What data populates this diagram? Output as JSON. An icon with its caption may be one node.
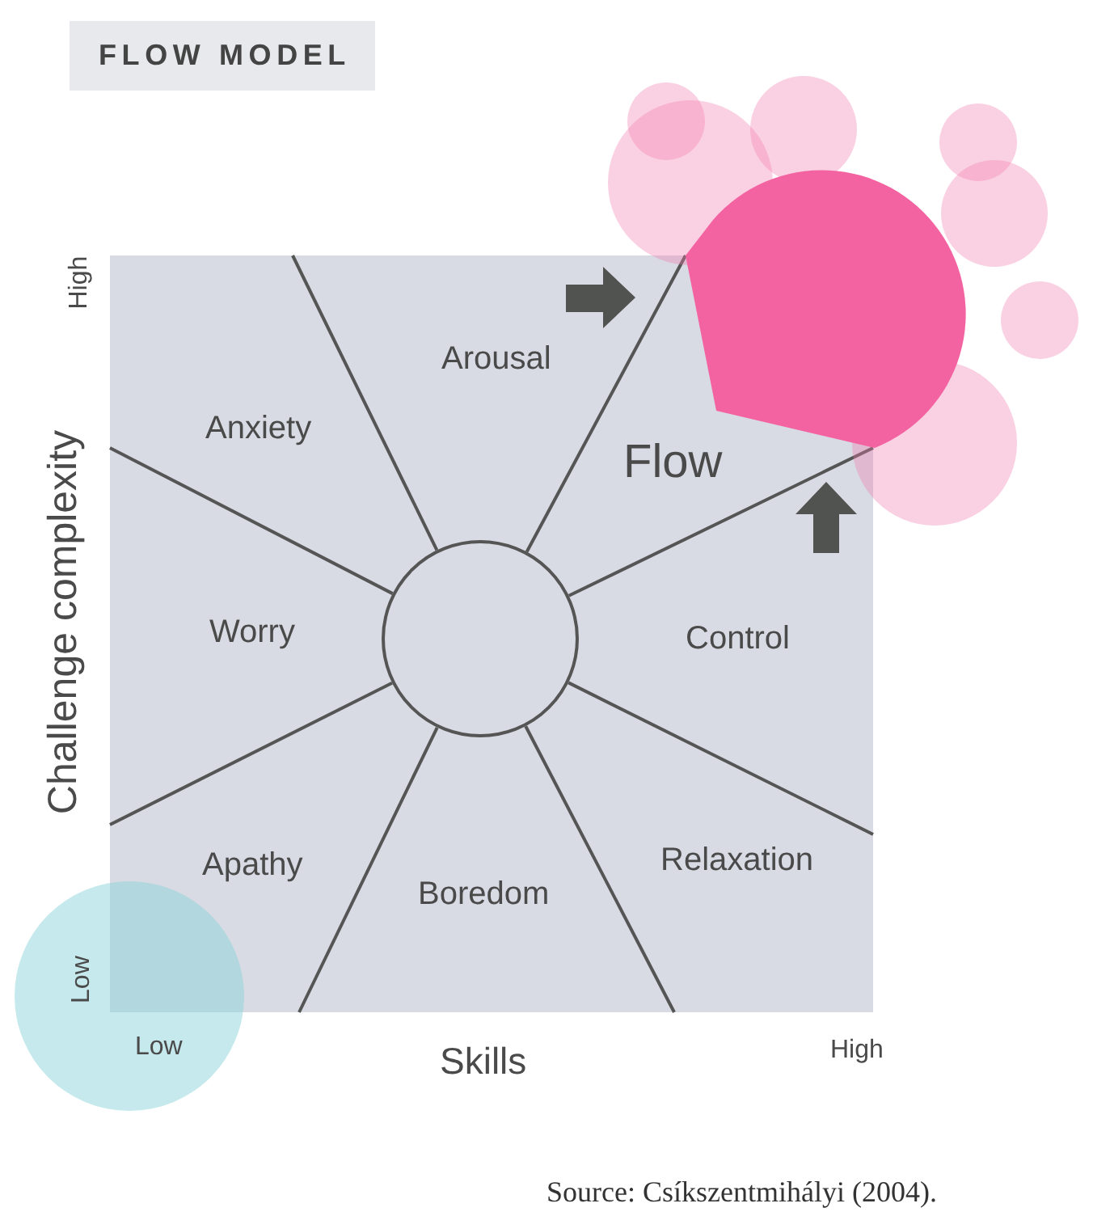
{
  "diagram": {
    "title": "FLOW MODEL",
    "caption": "Source: Csíkszentmihályi (2004).",
    "nodes": [
      {
        "text": [
          "Arousal",
          "Anxiety",
          "Flow",
          "Worry",
          "Control",
          "Apathy",
          "Relaxation",
          "Boredom"
        ]
      },
      {
        "text": [],
        "shape": "circle",
        "in": 0
      }
    ],
    "labels": [
      "High",
      "Challenge complexity",
      "Low",
      "Low",
      "Skills",
      "High"
    ]
  }
}
